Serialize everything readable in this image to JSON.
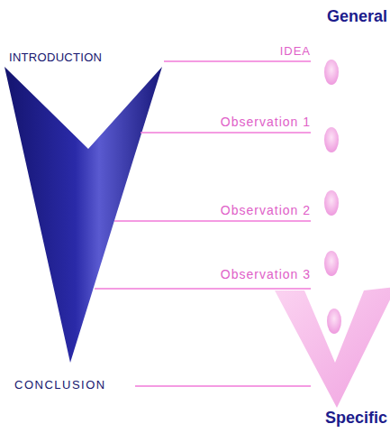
{
  "diagram": {
    "labels": [
      "General",
      "INTRODUCTION",
      "IDEA",
      "Observation 1",
      "Observation 2",
      "Observation 3",
      "CONCLUSION",
      "Specific"
    ]
  }
}
